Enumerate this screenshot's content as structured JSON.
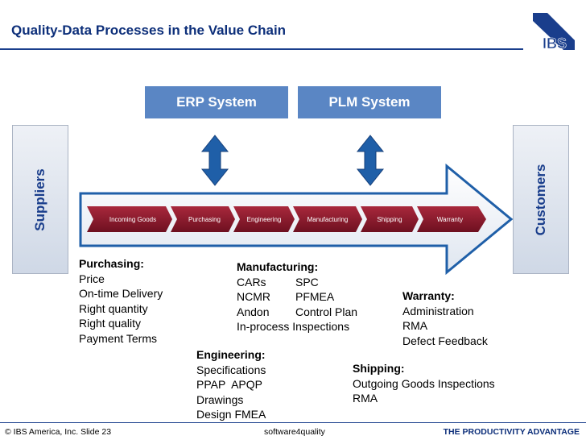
{
  "header": {
    "title": "Quality-Data Processes in the Value Chain",
    "logo_text": "IBS"
  },
  "systems": {
    "erp": "ERP System",
    "plm": "PLM System"
  },
  "sides": {
    "suppliers": "Suppliers",
    "customers": "Customers"
  },
  "chain_steps": [
    "Incoming Goods",
    "Purchasing",
    "Engineering",
    "Manufacturing",
    "Shipping",
    "Warranty"
  ],
  "sections": {
    "purchasing": {
      "heading": "Purchasing:",
      "items": [
        "Price",
        "On-time Delivery",
        "Right quantity",
        "Right quality",
        "Payment Terms"
      ]
    },
    "manufacturing": {
      "heading": "Manufacturing:",
      "rows": [
        [
          "CARs",
          "SPC"
        ],
        [
          "NCMR",
          "PFMEA"
        ],
        [
          "Andon",
          "Control Plan"
        ]
      ],
      "last": "In-process Inspections"
    },
    "warranty": {
      "heading": "Warranty:",
      "items": [
        "Administration",
        "RMA",
        "Defect Feedback"
      ]
    },
    "engineering": {
      "heading": "Engineering:",
      "items": [
        "Specifications",
        "PPAP  APQP",
        "Drawings",
        "Design FMEA"
      ]
    },
    "shipping": {
      "heading": "Shipping:",
      "items": [
        "Outgoing Goods Inspections",
        "RMA"
      ]
    }
  },
  "footer": {
    "left": "© IBS America, Inc.  Slide 23",
    "center": "software4quality",
    "right": "THE PRODUCTIVITY ADVANTAGE"
  },
  "colors": {
    "title": "#0d2f7a",
    "system_box": "#5a86c4",
    "arrow_blue": "#1f5fa8",
    "chevron": "#8a1a2c"
  }
}
